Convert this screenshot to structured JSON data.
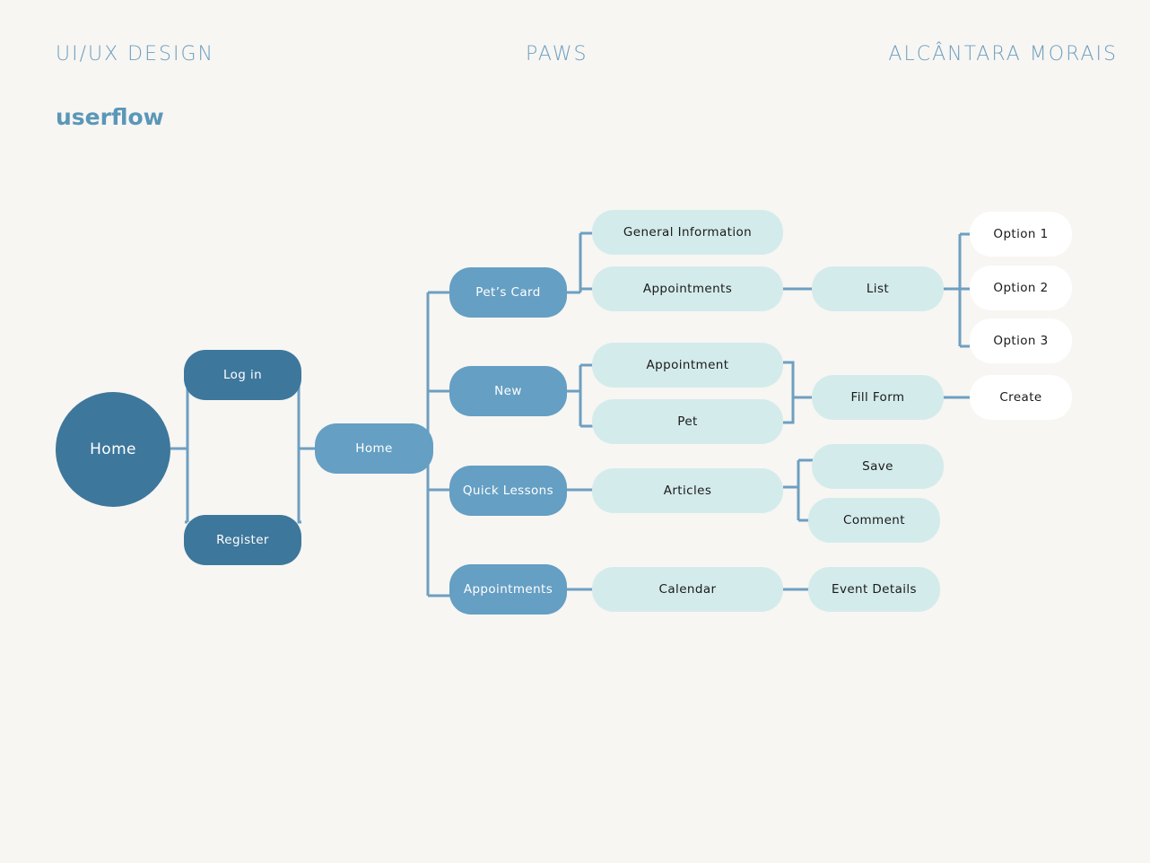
{
  "header": {
    "left": "UI/UX DESIGN",
    "center": "PAWS",
    "right": "ALCÂNTARA MORAIS"
  },
  "subtitle": "userflow",
  "colors": {
    "line": "#6e9fc0",
    "dark_node": "#3e779c",
    "mid_node": "#659fc3",
    "light_node": "#d4ebeb",
    "white_node": "#ffffff"
  },
  "nodes": {
    "start_home": "Home",
    "log_in": "Log in",
    "register": "Register",
    "home": "Home",
    "pets_card": "Pet’s Card",
    "new": "New",
    "quick_lessons": "Quick Lessons",
    "appointments": "Appointments",
    "general_information": "General Information",
    "pet_appointments": "Appointments",
    "list": "List",
    "option_1": "Option 1",
    "option_2": "Option 2",
    "option_3": "Option 3",
    "new_appointment": "Appointment",
    "new_pet": "Pet",
    "fill_form": "Fill Form",
    "create": "Create",
    "articles": "Articles",
    "save": "Save",
    "comment": "Comment",
    "calendar": "Calendar",
    "event_details": "Event Details"
  }
}
